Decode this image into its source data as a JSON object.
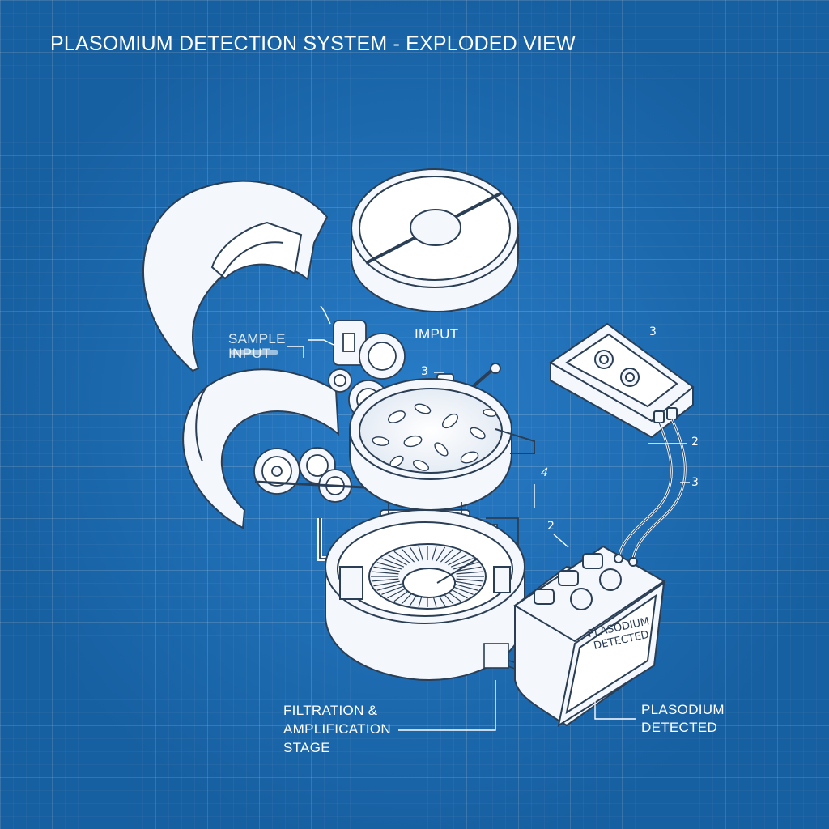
{
  "title": "PLASOMIUM DETECTION SYSTEM - EXPLODED VIEW",
  "labels": {
    "sample_input": "SAMPLE\nINPUT",
    "input": "IMPUT",
    "filtration": "FILTRATION &\nAMPLIFICATION\nSTAGE",
    "plasodium": "PLASODIUM\nDETECTED",
    "screen": "PLASODIUM\nDETECTED"
  },
  "callouts": {
    "c_gear": "3",
    "c_box_top": "3",
    "c_cable_2": "2",
    "c_cable_3": "3",
    "c_dish": "4",
    "c_device": "2"
  },
  "colors": {
    "blueprint_blue": "#1b74c4",
    "line_white": "#ffffff",
    "part_fill": "#f4f7fb",
    "ink": "#2a3e55"
  }
}
